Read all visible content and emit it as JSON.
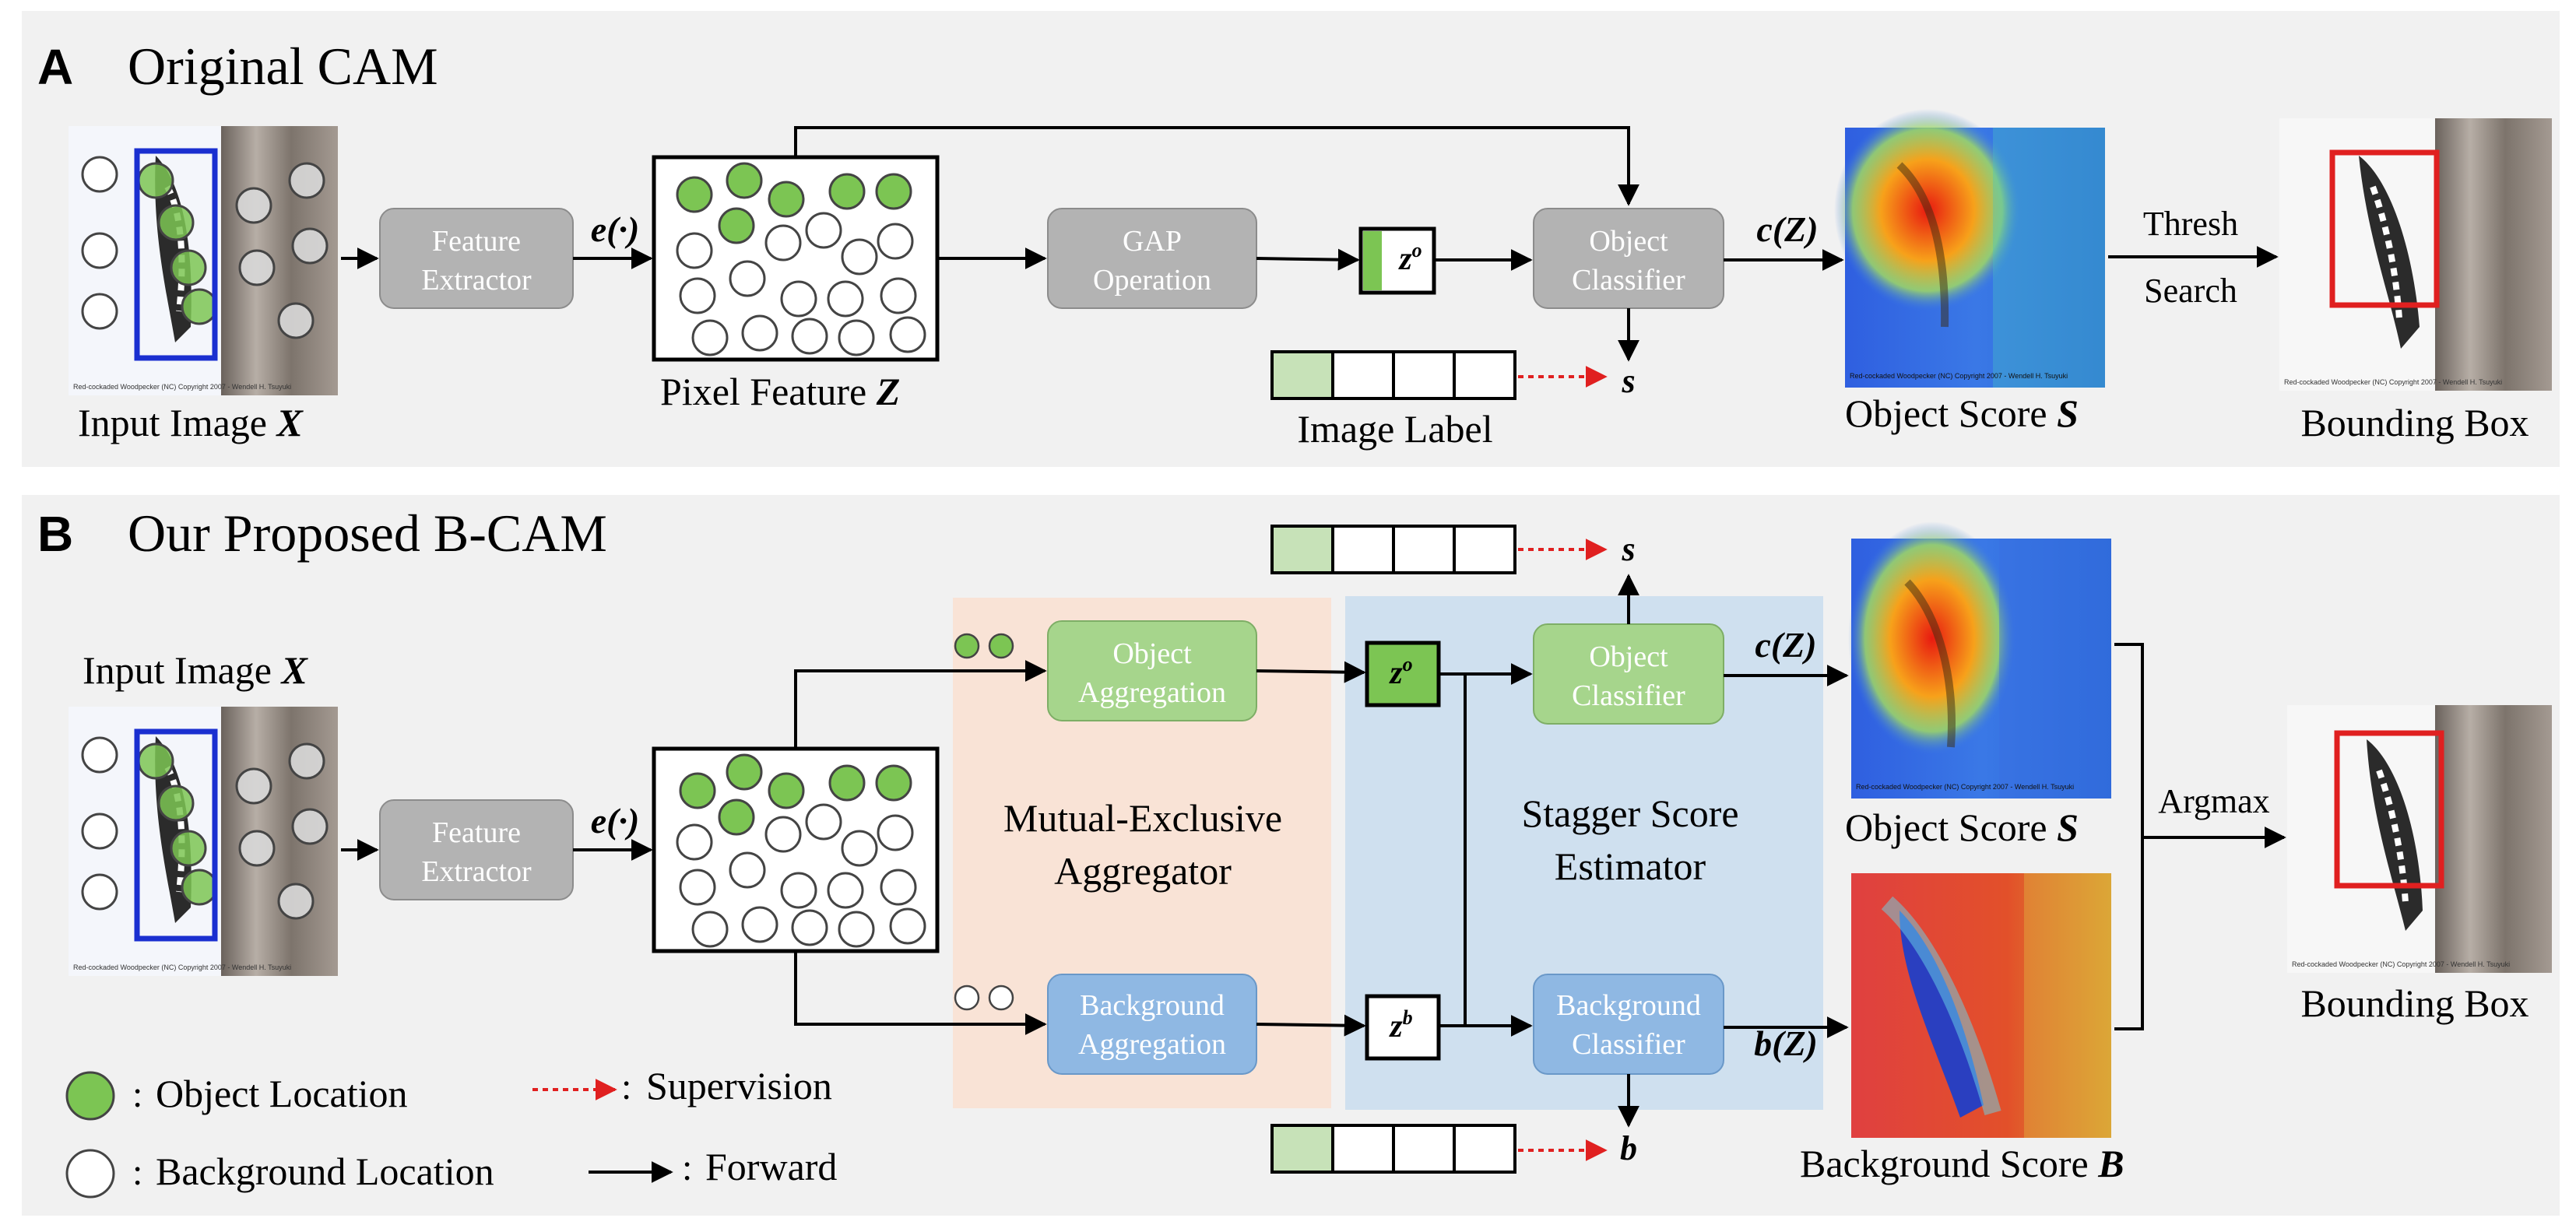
{
  "panel_a": {
    "letter": "A",
    "title": "Original CAM",
    "input_label": "Input Image",
    "input_var": "X",
    "feature_extractor": [
      "Feature",
      "Extractor"
    ],
    "e_func": "e(·)",
    "pixel_feature_label": "Pixel Feature",
    "pixel_feature_var": "Z",
    "gap": [
      "GAP",
      "Operation"
    ],
    "z_obj": "z",
    "z_obj_sup": "o",
    "object_classifier": [
      "Object",
      "Classifier"
    ],
    "c_func": "c(Z)",
    "s_symbol": "s",
    "image_label": "Image Label",
    "object_score_label": "Object Score",
    "object_score_var": "S",
    "thresh": "Thresh",
    "search": "Search",
    "bbox_label": "Bounding Box",
    "watermark": "Red-cockaded Woodpecker (NC)   Copyright 2007 - Wendell H. Tsuyuki"
  },
  "panel_b": {
    "letter": "B",
    "title": "Our Proposed B-CAM",
    "input_label": "Input Image",
    "input_var": "X",
    "feature_extractor": [
      "Feature",
      "Extractor"
    ],
    "e_func": "e(·)",
    "object_aggregation": [
      "Object",
      "Aggregation"
    ],
    "background_aggregation": [
      "Background",
      "Aggregation"
    ],
    "mea_label": [
      "Mutual-Exclusive",
      "Aggregator"
    ],
    "sse_label": [
      "Stagger Score",
      "Estimator"
    ],
    "z_obj": "z",
    "z_obj_sup": "o",
    "z_bg": "z",
    "z_bg_sup": "b",
    "object_classifier": [
      "Object",
      "Classifier"
    ],
    "background_classifier": [
      "Background",
      "Classifier"
    ],
    "c_func": "c(Z)",
    "b_func": "b(Z)",
    "s_symbol": "s",
    "b_symbol": "b",
    "object_score_label": "Object Score",
    "object_score_var": "S",
    "background_score_label": "Background Score",
    "background_score_var": "B",
    "argmax": "Argmax",
    "bbox_label": "Bounding Box",
    "watermark": "Red-cockaded Woodpecker (NC)   Copyright 2007 - Wendell H. Tsuyuki"
  },
  "legend": {
    "object_location": "Object Location",
    "background_location": "Background Location",
    "supervision": "Supervision",
    "forward": "Forward",
    "colon": ":"
  },
  "colors": {
    "panel_bg": "#f1f1f1",
    "gray_box": "#b3b3b3",
    "green_box": "#a6d58c",
    "green_circle": "#7cc553",
    "blue_box": "#8fb8e3",
    "mea_region": "#f9e3d6",
    "sse_region": "#cfe0ef",
    "label_cell_green": "#c7e2b8",
    "supervision_red": "#e02020",
    "bbox_red": "#e02020",
    "input_box_blue": "#1a2fd0"
  }
}
